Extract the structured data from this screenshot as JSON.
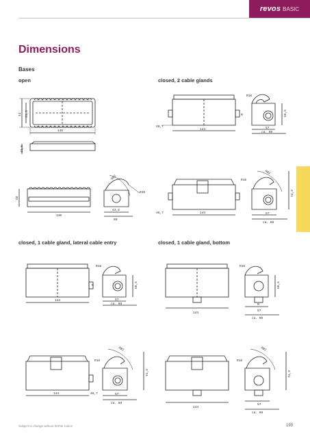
{
  "header": {
    "brand_name": "revos",
    "brand_sub": "BASIC"
  },
  "title": "Dimensions",
  "section": "Bases",
  "captions": {
    "open": "open",
    "closed_2": "closed, 2 cable glands",
    "closed_1_lateral": "closed, 1 cable gland, lateral cable entry",
    "closed_1_bottom": "closed, 1 cable gland, bottom"
  },
  "dims": {
    "a_h": "44",
    "a_h2": "31,5",
    "a_w": "140",
    "a_d1": "21,5",
    "b_w": "144",
    "b_off": "46,7",
    "b_h": "56,5",
    "b_w2": "57",
    "b_w3": "ca. 96",
    "b_r": "R16",
    "b_m": "M",
    "c_h": "46",
    "c_w": "140",
    "c_r": "R82",
    "c_r2": "R46",
    "c_w2": "43,5",
    "c_w3": "89",
    "d_r": "R16",
    "d_r2": "R82",
    "d_h": "74,3",
    "d_w": "144",
    "d_off": "46,7",
    "d_w2": "57",
    "d_w3": "ca. 88",
    "e_w": "144",
    "e_r": "R16",
    "e_h": "56,5",
    "e_w2": "57",
    "e_w3": "ca. 96",
    "e_m": "M",
    "f_w": "144",
    "f_r": "R16",
    "f_h": "56,5",
    "f_w2": "57",
    "f_w3": "ca. 96",
    "f_m": "M",
    "g_w": "144",
    "g_off": "46,7",
    "g_r": "R16",
    "g_r2": "R82",
    "g_h": "74,3",
    "g_w2": "57",
    "g_w3": "ca. 88",
    "h_w": "144",
    "h_r": "R16",
    "h_r2": "R82",
    "h_h": "74,3",
    "h_w2": "57",
    "h_w3": "ca. 88"
  },
  "footer": {
    "note": "Subject to change without further notice",
    "page": "193"
  },
  "colors": {
    "brand": "#8e1b5c",
    "tab": "#f6d95a"
  }
}
